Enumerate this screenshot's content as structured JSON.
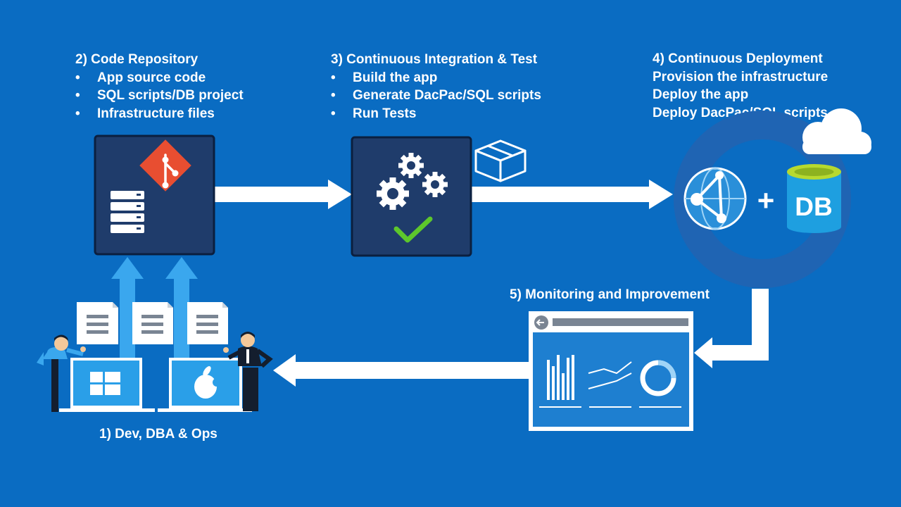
{
  "stage1": {
    "title": "1) Dev, DBA & Ops"
  },
  "stage2": {
    "title": "2) Code Repository",
    "items": [
      "App source code",
      "SQL scripts/DB project",
      "Infrastructure files"
    ]
  },
  "stage3": {
    "title": "3) Continuous Integration & Test",
    "items": [
      "Build the app",
      "Generate DacPac/SQL scripts",
      "Run Tests"
    ]
  },
  "stage4": {
    "title": "4) Continuous Deployment",
    "items": [
      "Provision the infrastructure",
      "Deploy the app",
      "Deploy DacPac/SQL scripts"
    ]
  },
  "stage5": {
    "title": "5) Monitoring and Improvement"
  },
  "deploy": {
    "plus": "+",
    "db_label": "DB"
  },
  "icons": {
    "repo": [
      "git-icon",
      "server-stack-icon"
    ],
    "ci": [
      "gears-icon",
      "checkmark-icon",
      "package-box-icon"
    ],
    "deploy": [
      "web-app-globe-icon",
      "database-icon",
      "cloud-icon"
    ],
    "monitor": [
      "dashboard-window-icon",
      "bar-chart-icon",
      "line-chart-icon",
      "donut-chart-icon"
    ],
    "people": [
      "developer-icon",
      "ops-person-icon",
      "windows-laptop-icon",
      "apple-laptop-icon",
      "document-icon"
    ]
  },
  "colors": {
    "background": "#0a6cc2",
    "panel": "#1f3c6b",
    "git": "#e84e31",
    "check": "#5dc72c",
    "db_top": "#b7d92f",
    "db_body": "#1e9fe0",
    "light_blue": "#3aa7ee"
  }
}
